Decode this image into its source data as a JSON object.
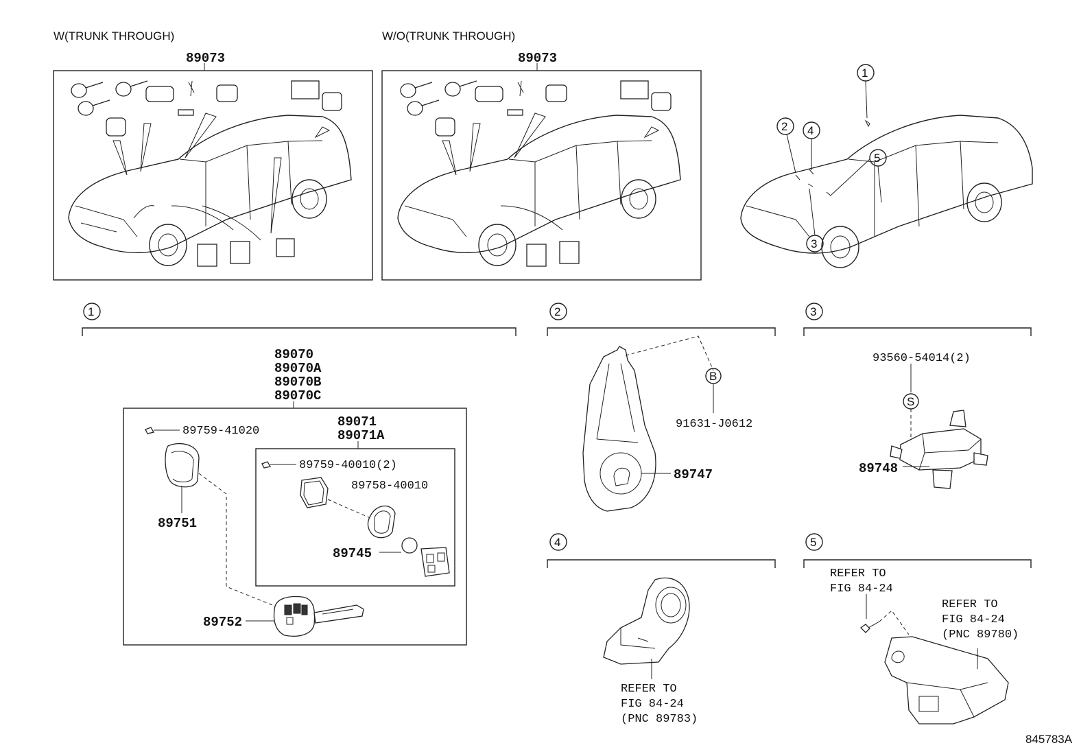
{
  "panels": {
    "with_trunk": {
      "caption": "W(TRUNK THROUGH)",
      "part": "89073"
    },
    "without_trunk": {
      "caption": "W/O(TRUNK THROUGH)",
      "part": "89073"
    }
  },
  "locator": {
    "callouts": [
      "1",
      "2",
      "3",
      "4",
      "5"
    ]
  },
  "section1": {
    "marker": "1",
    "assembly_parts": [
      "89070",
      "89070A",
      "89070B",
      "89070C"
    ],
    "screw_outer": "89759-41020",
    "cover": "89751",
    "key": "89752",
    "inner_parts": [
      "89071",
      "89071A"
    ],
    "screw_inner": "89759-40010(2)",
    "case": "89758-40010",
    "battery": "89745"
  },
  "section2": {
    "marker": "2",
    "bolt_symbol": "B",
    "bolt": "91631-J0612",
    "part": "89747"
  },
  "section3": {
    "marker": "3",
    "screw": "93560-54014(2)",
    "screw_symbol": "S",
    "part": "89748"
  },
  "section4": {
    "marker": "4",
    "refer": [
      "REFER TO",
      "FIG 84-24",
      "(PNC 89783)"
    ]
  },
  "section5": {
    "marker": "5",
    "refer_top": [
      "REFER TO",
      "FIG 84-24"
    ],
    "refer_right": [
      "REFER TO",
      "FIG 84-24",
      "(PNC 89780)"
    ]
  },
  "figure_code": "845783A"
}
